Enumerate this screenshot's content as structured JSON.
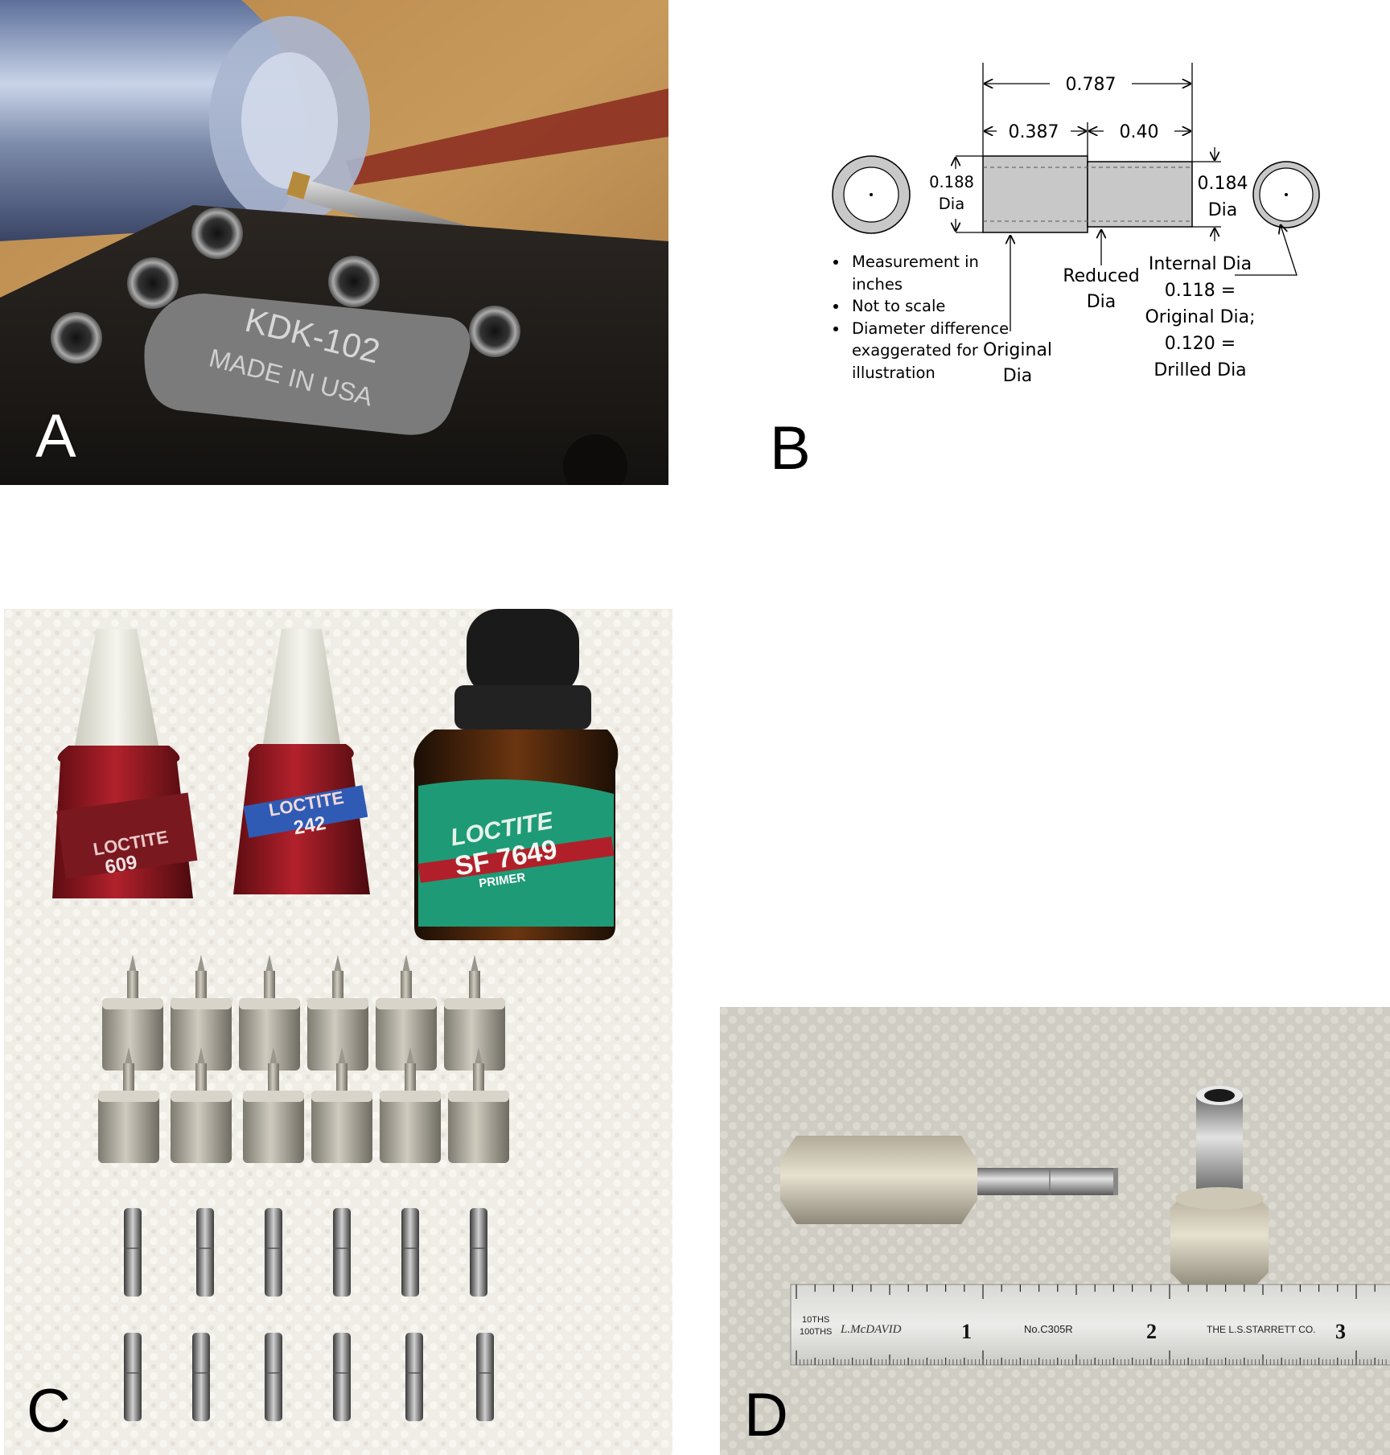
{
  "panels": {
    "a": {
      "letter": "A",
      "plate_line1": "KDK-102",
      "plate_line2": "MADE IN USA"
    },
    "b": {
      "letter": "B",
      "dims": {
        "overall": "0.787",
        "left_len": "0.387",
        "right_len": "0.40",
        "left_dia_val": "0.188",
        "left_dia_unit": "Dia",
        "right_dia_val": "0.184",
        "right_dia_unit": "Dia"
      },
      "callouts": {
        "reduced_1": "Reduced",
        "reduced_2": "Dia",
        "original_1": "Original",
        "original_2": "Dia",
        "internal_1": "Internal Dia",
        "internal_2": "0.118 =",
        "internal_3": "Original Dia;",
        "internal_4": "0.120 =",
        "internal_5": "Drilled Dia"
      },
      "notes": [
        "Measurement in inches",
        "Not to scale",
        "Diameter difference exaggerated for illustration"
      ]
    },
    "c": {
      "letter": "C",
      "bottle_1_brand": "LOCTITE",
      "bottle_1_num": "609",
      "bottle_2_brand": "LOCTITE",
      "bottle_2_num": "242",
      "bottle_3_brand": "LOCTITE",
      "bottle_3_num": "SF 7649",
      "bottle_3_type": "PRIMER"
    },
    "d": {
      "letter": "D",
      "ruler_units_10": "10THS",
      "ruler_units_100": "100THS",
      "ruler_owner": "L.McDAVID",
      "ruler_model": "No.C305R",
      "ruler_brand": "THE L.S.STARRETT CO.",
      "ruler_major_1": "1",
      "ruler_major_2": "2",
      "ruler_major_3": "3"
    }
  }
}
